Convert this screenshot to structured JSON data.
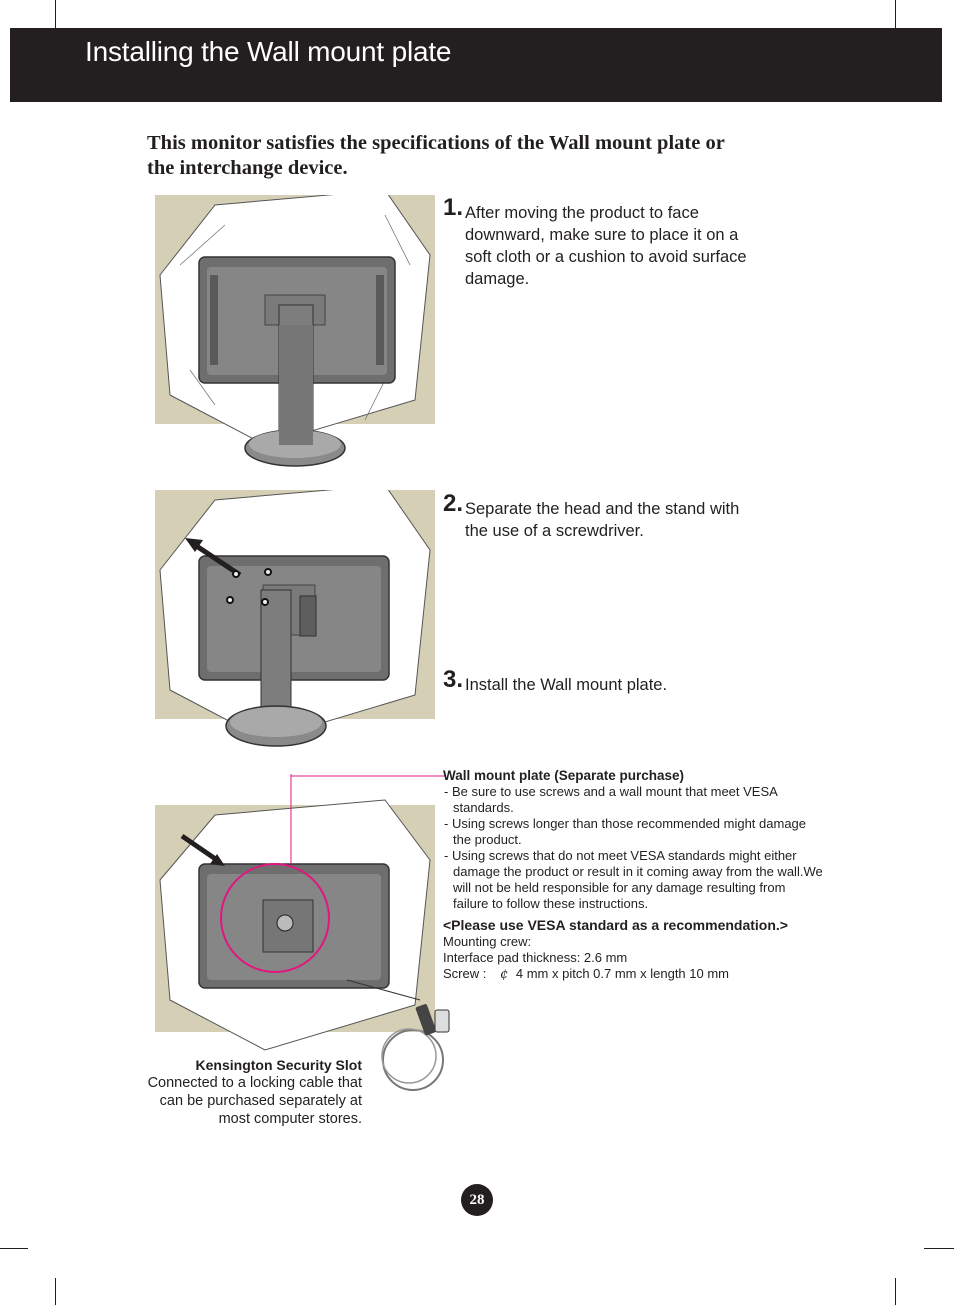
{
  "header": {
    "title": "Installing the Wall mount plate"
  },
  "intro": {
    "line1": "This monitor satisfies the specifications of the  Wall mount plate or",
    "line2": "the interchange device."
  },
  "steps": [
    {
      "number": "1.",
      "text": "After moving the product to face\ndownward, make sure to place it on a\nsoft cloth or a cushion to avoid surface\ndamage."
    },
    {
      "number": "2.",
      "text": "Separate the head and the stand with\nthe use of a screwdriver."
    },
    {
      "number": "3.",
      "text": "Install the Wall mount plate."
    }
  ],
  "wall_mount": {
    "title": "Wall mount plate (Separate purchase)",
    "notes": [
      "- Be sure to use screws and a wall mount that meet VESA standards.",
      "- Using screws longer than those recommended might damage the product.",
      "- Using screws that do not meet VESA standards might either damage the product or result in it coming away from the wall.We will not be held responsible for any damage resulting from failure to follow these instructions."
    ],
    "recommendation_title": "<Please use VESA standard as a recommendation.>",
    "mounting_crew": "Mounting crew:",
    "interface_pad": "Interface pad thickness: 2.6 mm",
    "screw_label": "Screw :",
    "screw_symbol": "¢",
    "screw_spec": "4 mm x pitch 0.7 mm x length 10 mm"
  },
  "kensington": {
    "title": "Kensington Security Slot",
    "body": "Connected to a locking  cable that\ncan be purchased separately at\nmost computer stores."
  },
  "page_number": "28",
  "colors": {
    "header_bg": "#231f20",
    "illustration_bg": "#d5cfb6",
    "highlight": "#e0177f"
  }
}
